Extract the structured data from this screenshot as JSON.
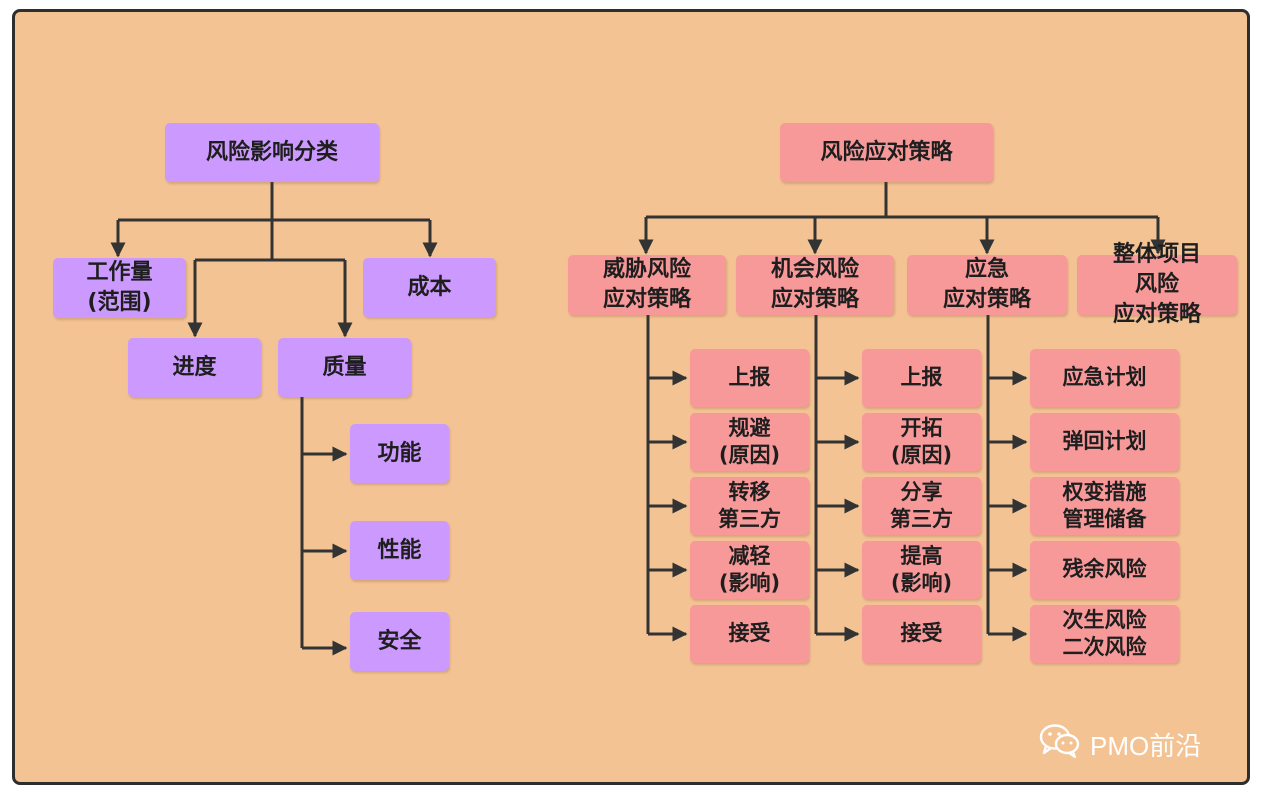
{
  "left": {
    "root": "风险影响分类",
    "children": [
      "工作量\n(范围)",
      "进度",
      "质量",
      "成本"
    ],
    "quality_children": [
      "功能",
      "性能",
      "安全"
    ]
  },
  "right": {
    "root": "风险应对策略",
    "categories": [
      "威胁风险\n应对策略",
      "机会风险\n应对策略",
      "应急\n应对策略",
      "整体项目\n风险\n应对策略"
    ],
    "threat_items": [
      "上报",
      "规避\n(原因)",
      "转移\n第三方",
      "减轻\n(影响)",
      "接受"
    ],
    "opportunity_items": [
      "上报",
      "开拓\n(原因)",
      "分享\n第三方",
      "提高\n(影响)",
      "接受"
    ],
    "contingency_items": [
      "应急计划",
      "弹回计划",
      "权变措施\n管理储备",
      "残余风险",
      "次生风险\n二次风险"
    ]
  },
  "watermark": {
    "text": "PMO前沿",
    "icon": "wechat-icon"
  },
  "colors": {
    "background": "#f4c394",
    "purple": "#cc99ff",
    "pink": "#f79999",
    "line": "#333333"
  }
}
